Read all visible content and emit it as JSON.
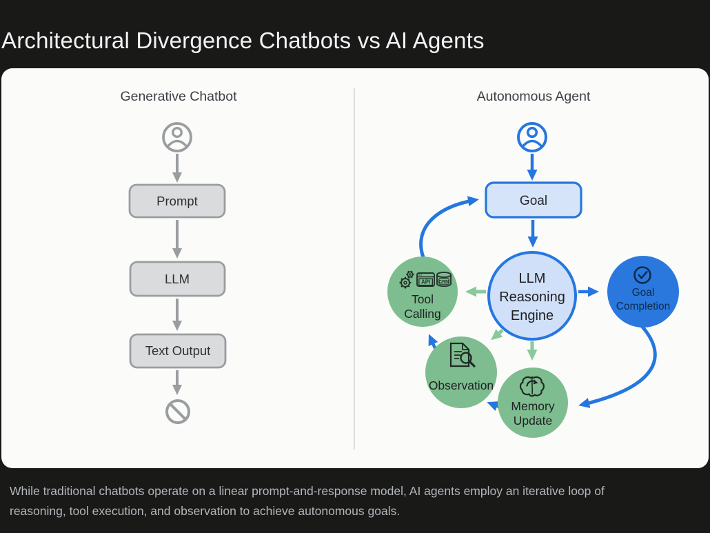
{
  "slide": {
    "title": "Architectural Divergence Chatbots vs AI Agents",
    "caption": {
      "line1": "While traditional chatbots operate on a linear prompt-and-response model, AI agents employ an iterative loop of",
      "line2": "reasoning, tool execution, and observation to achieve autonomous goals."
    }
  },
  "chatbot": {
    "heading": "Generative Chatbot",
    "user_icon": "person-icon",
    "steps": {
      "prompt": "Prompt",
      "llm": "LLM",
      "text_output": "Text Output"
    },
    "end_icon": "no-entry-icon"
  },
  "agent": {
    "heading": "Autonomous Agent",
    "user_icon": "person-icon",
    "goal": "Goal",
    "llm_engine": {
      "line1": "LLM",
      "line2": "Reasoning",
      "line3": "Engine"
    },
    "tool_calling": {
      "line1": "Tool",
      "line2": "Calling",
      "icons": [
        "gears-icon",
        "api-window-icon",
        "crm-database-icon"
      ],
      "api_label": "API",
      "crm_label": "CRM"
    },
    "goal_completion": {
      "line1": "Goal",
      "line2": "Completion",
      "icon": "check-circle-icon"
    },
    "observation": {
      "label": "Observation",
      "icon": "document-search-icon"
    },
    "memory_update": {
      "line1": "Memory",
      "line2": "Update",
      "icon": "brain-refresh-icon"
    }
  },
  "colors": {
    "background": "#191918",
    "card": "#fbfbf9",
    "title_text": "#f1f3f4",
    "caption_text": "#b2b6ba",
    "gray_stroke": "#9a9da0",
    "gray_node_fill": "#dadbdc",
    "blue_accent": "#2577e0",
    "blue_fill_light": "#d6e4fa",
    "blue_solid_node": "#2a78dd",
    "blue_dark_text": "#0d2b4e",
    "green_node": "#7ebd8f",
    "green_arrow": "#8bc89b"
  }
}
